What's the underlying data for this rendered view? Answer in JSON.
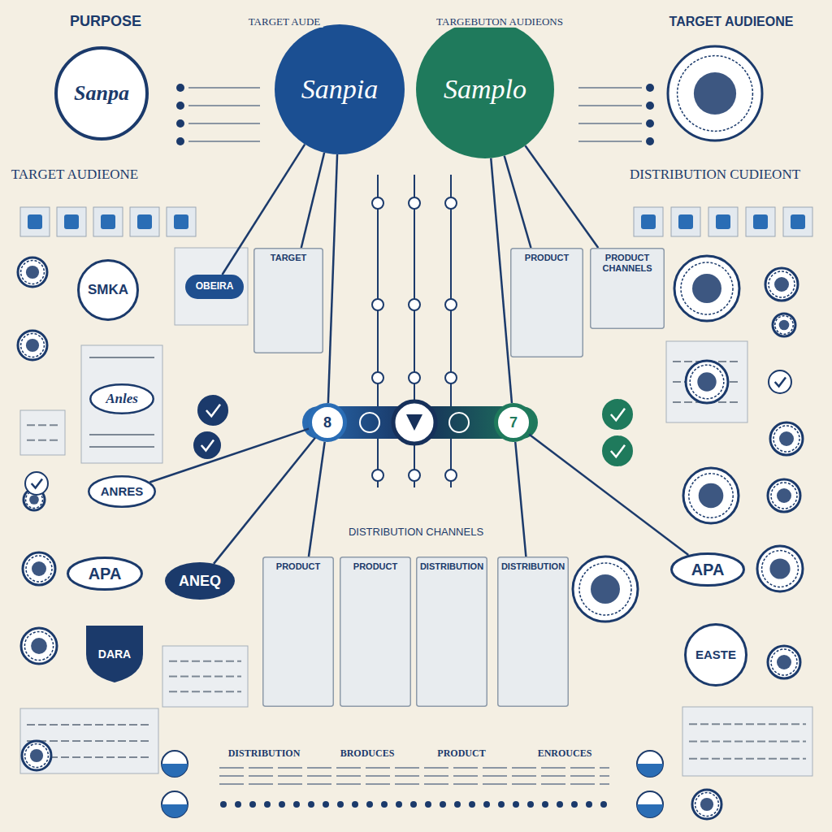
{
  "diagram": {
    "nodes": [
      {
        "text": [
          "Sanpa"
        ]
      },
      {
        "text": [
          "Sanpia"
        ]
      },
      {
        "text": [
          "Samplo"
        ]
      },
      {
        "text": [
          "SMKA"
        ]
      },
      {
        "text": [
          "OBEIRA"
        ]
      },
      {
        "text": [
          "TARGET"
        ]
      },
      {
        "text": [
          "PRODUCT"
        ]
      },
      {
        "text": [
          "PRODUCT CHANNELS"
        ]
      },
      {
        "text": [
          "Anles"
        ]
      },
      {
        "text": [
          "8"
        ]
      },
      {
        "text": [
          "7"
        ]
      },
      {
        "text": [
          "ANRES"
        ]
      },
      {
        "text": [
          "APA"
        ]
      },
      {
        "text": [
          "ANEQ"
        ]
      },
      {
        "text": [
          "APA"
        ]
      },
      {
        "text": [
          "DARA"
        ]
      },
      {
        "text": [
          "EASTE"
        ]
      },
      {
        "text": [
          "PRODUCT"
        ]
      },
      {
        "text": [
          "PRODUCT"
        ]
      },
      {
        "text": [
          "DISTRIBUTION"
        ]
      },
      {
        "text": [
          "DISTRIBUTION"
        ]
      }
    ],
    "edges": [
      {
        "from": 1,
        "to": 5,
        "arrow": "none"
      },
      {
        "from": 1,
        "to": 4,
        "arrow": "none"
      },
      {
        "from": 2,
        "to": 6,
        "arrow": "none"
      },
      {
        "from": 2,
        "to": 7,
        "arrow": "none"
      },
      {
        "from": 1,
        "to": 9,
        "arrow": "none"
      },
      {
        "from": 2,
        "to": 10,
        "arrow": "none"
      },
      {
        "from": 9,
        "to": 11,
        "arrow": "none"
      },
      {
        "from": 9,
        "to": 13,
        "arrow": "none"
      },
      {
        "from": 10,
        "to": 14,
        "arrow": "none"
      },
      {
        "from": 9,
        "to": 17,
        "arrow": "none"
      },
      {
        "from": 10,
        "to": 20,
        "arrow": "none"
      }
    ],
    "labels": [
      "PURPOSE",
      "TARGET AUDE",
      "TARGEBUTON AUDIEONS",
      "TARGET AUDIEONE",
      "TARGET AUDIEONE",
      "DISTRIBUTION CUDIEONT",
      "DISTRIBUTION CHANNELS",
      "DISTRIBUTION",
      "BRODUCES",
      "PRODUCT",
      "ENROUCES"
    ]
  }
}
